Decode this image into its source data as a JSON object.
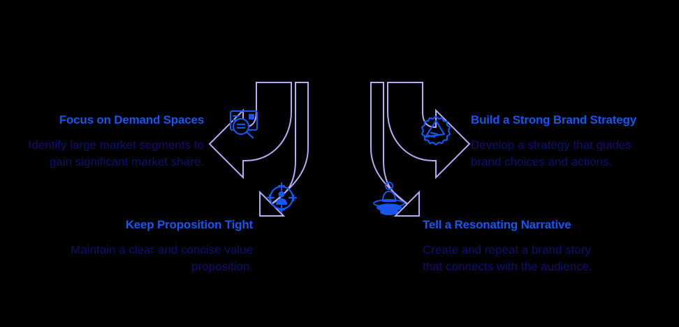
{
  "diagram": {
    "type": "four-way-split-arrow",
    "colors": {
      "arrow_stroke": "#b3aef5",
      "icon": "#1a56ec",
      "title_text": "#1a56ec",
      "body_text": "#0d1168",
      "background": "#000000"
    },
    "quadrants": [
      {
        "position": "top-left",
        "title": "Focus on Demand Spaces",
        "body": "Identify large market segments to gain significant market share.",
        "icon": "document-magnifier-icon",
        "arrow_direction": "left"
      },
      {
        "position": "top-right",
        "title": "Build a Strong Brand Strategy",
        "body": "Develop a strategy that guides brand choices and actions.",
        "icon": "megaphone-badge-icon",
        "arrow_direction": "right"
      },
      {
        "position": "bottom-left",
        "title": "Keep Proposition Tight",
        "body": "Maintain a clear and concise value proposition.",
        "icon": "target-person-icon",
        "arrow_direction": "down"
      },
      {
        "position": "bottom-right",
        "title": "Tell a Resonating Narrative",
        "body": "Create and repeat a brand story that connects with the audience.",
        "icon": "presenter-person-icon",
        "arrow_direction": "down"
      }
    ]
  }
}
